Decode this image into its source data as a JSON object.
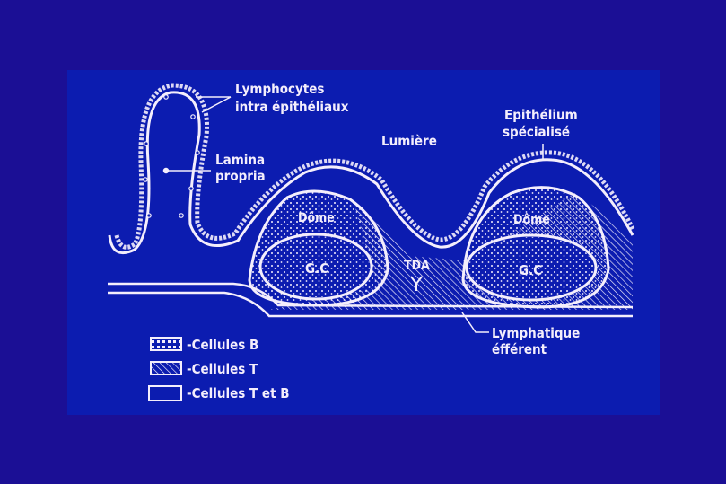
{
  "colors": {
    "outer_bg": "#1b0f95",
    "panel_bg": "#0c1cb0",
    "ink": "#f4eefc"
  },
  "labels": {
    "lymphocytes_line1": "Lymphocytes",
    "lymphocytes_line2": "intra épithéliaux",
    "lamina_line1": "Lamina",
    "lamina_line2": "propria",
    "lumiere": "Lumière",
    "epithelium_line1": "Epithélium",
    "epithelium_line2": "spécialisé",
    "dome1": "Dôme",
    "dome2": "Dôme",
    "gc1": "G.C",
    "gc2": "G.C",
    "tda": "TDA",
    "lymphatique_line1": "Lymphatique",
    "lymphatique_line2": "éfférent"
  },
  "legend": [
    {
      "label": "-Cellules B",
      "pattern": "dots"
    },
    {
      "label": "-Cellules T",
      "pattern": "hatch"
    },
    {
      "label": "-Cellules T et B",
      "pattern": "empty"
    }
  ]
}
